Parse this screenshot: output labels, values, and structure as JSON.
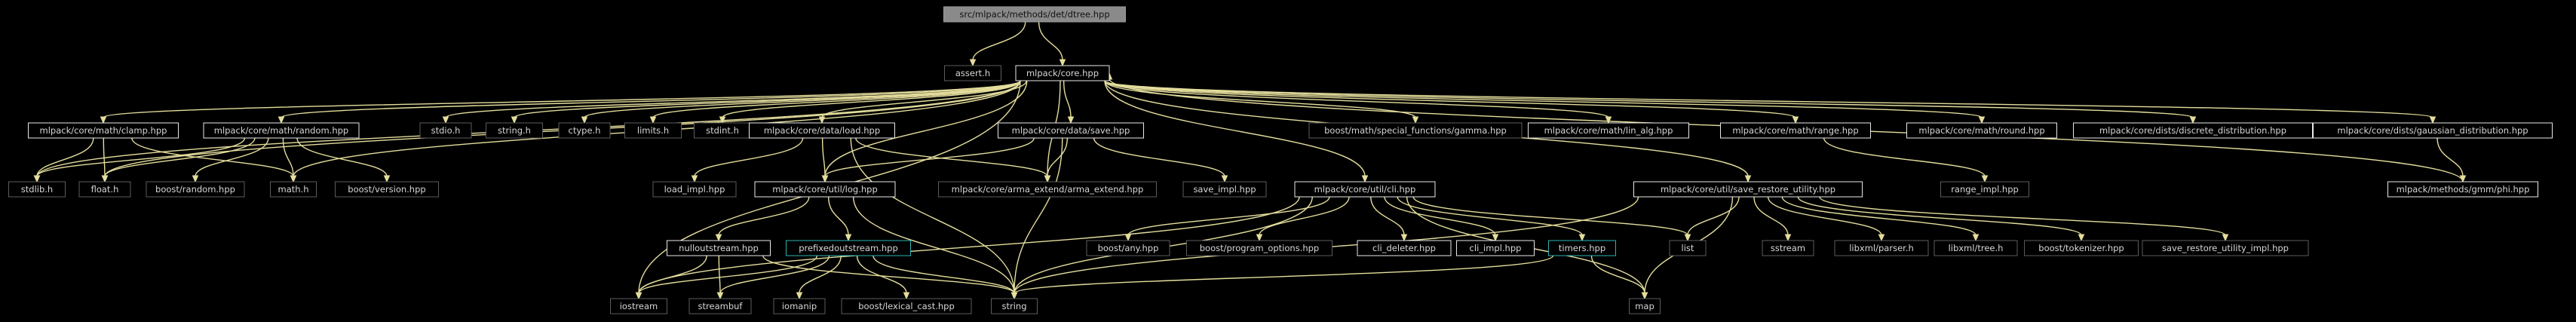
{
  "diagram": {
    "nodes": [
      {
        "id": "root",
        "label": "src/mlpack/methods/det/dtree.hpp",
        "border": "root"
      },
      {
        "id": "assert",
        "label": "assert.h",
        "border": "gray"
      },
      {
        "id": "core",
        "label": "mlpack/core.hpp",
        "border": "white"
      },
      {
        "id": "clamp",
        "label": "mlpack/core/math/clamp.hpp",
        "border": "white"
      },
      {
        "id": "random",
        "label": "mlpack/core/math/random.hpp",
        "border": "white"
      },
      {
        "id": "stdio",
        "label": "stdio.h",
        "border": "gray"
      },
      {
        "id": "string_h",
        "label": "string.h",
        "border": "gray"
      },
      {
        "id": "ctype",
        "label": "ctype.h",
        "border": "gray"
      },
      {
        "id": "limits",
        "label": "limits.h",
        "border": "gray"
      },
      {
        "id": "stdint",
        "label": "stdint.h",
        "border": "gray"
      },
      {
        "id": "load",
        "label": "mlpack/core/data/load.hpp",
        "border": "white"
      },
      {
        "id": "save",
        "label": "mlpack/core/data/save.hpp",
        "border": "white"
      },
      {
        "id": "gamma",
        "label": "boost/math/special_functions/gamma.hpp",
        "border": "gray"
      },
      {
        "id": "linalg",
        "label": "mlpack/core/math/lin_alg.hpp",
        "border": "white"
      },
      {
        "id": "range",
        "label": "mlpack/core/math/range.hpp",
        "border": "white"
      },
      {
        "id": "round",
        "label": "mlpack/core/math/round.hpp",
        "border": "white"
      },
      {
        "id": "discrete",
        "label": "mlpack/core/dists/discrete_distribution.hpp",
        "border": "white"
      },
      {
        "id": "gaussian",
        "label": "mlpack/core/dists/gaussian_distribution.hpp",
        "border": "white"
      },
      {
        "id": "stdlib",
        "label": "stdlib.h",
        "border": "gray"
      },
      {
        "id": "float",
        "label": "float.h",
        "border": "gray"
      },
      {
        "id": "boostrandom",
        "label": "boost/random.hpp",
        "border": "gray"
      },
      {
        "id": "math",
        "label": "math.h",
        "border": "gray"
      },
      {
        "id": "boostversion",
        "label": "boost/version.hpp",
        "border": "gray"
      },
      {
        "id": "loadimpl",
        "label": "load_impl.hpp",
        "border": "gray"
      },
      {
        "id": "log",
        "label": "mlpack/core/util/log.hpp",
        "border": "white"
      },
      {
        "id": "armaextend",
        "label": "mlpack/core/arma_extend/arma_extend.hpp",
        "border": "gray"
      },
      {
        "id": "saveimpl",
        "label": "save_impl.hpp",
        "border": "gray"
      },
      {
        "id": "cli",
        "label": "mlpack/core/util/cli.hpp",
        "border": "white"
      },
      {
        "id": "sru",
        "label": "mlpack/core/util/save_restore_utility.hpp",
        "border": "white"
      },
      {
        "id": "rangeimpl",
        "label": "range_impl.hpp",
        "border": "gray"
      },
      {
        "id": "phi",
        "label": "mlpack/methods/gmm/phi.hpp",
        "border": "white"
      },
      {
        "id": "nullout",
        "label": "nulloutstream.hpp",
        "border": "white"
      },
      {
        "id": "prefixed",
        "label": "prefixedoutstream.hpp",
        "border": "cyan"
      },
      {
        "id": "boostany",
        "label": "boost/any.hpp",
        "border": "gray"
      },
      {
        "id": "progopts",
        "label": "boost/program_options.hpp",
        "border": "gray"
      },
      {
        "id": "clideleter",
        "label": "cli_deleter.hpp",
        "border": "white"
      },
      {
        "id": "cliimpl",
        "label": "cli_impl.hpp",
        "border": "white"
      },
      {
        "id": "timers",
        "label": "timers.hpp",
        "border": "cyan"
      },
      {
        "id": "list",
        "label": "list",
        "border": "gray"
      },
      {
        "id": "sstream",
        "label": "sstream",
        "border": "gray"
      },
      {
        "id": "libxmlparser",
        "label": "libxml/parser.h",
        "border": "gray"
      },
      {
        "id": "libxmltree",
        "label": "libxml/tree.h",
        "border": "gray"
      },
      {
        "id": "tokenizer",
        "label": "boost/tokenizer.hpp",
        "border": "gray"
      },
      {
        "id": "sruimpl",
        "label": "save_restore_utility_impl.hpp",
        "border": "gray"
      },
      {
        "id": "iostream",
        "label": "iostream",
        "border": "gray"
      },
      {
        "id": "streambuf",
        "label": "streambuf",
        "border": "gray"
      },
      {
        "id": "iomanip",
        "label": "iomanip",
        "border": "gray"
      },
      {
        "id": "lexicalcast",
        "label": "boost/lexical_cast.hpp",
        "border": "gray"
      },
      {
        "id": "string",
        "label": "string",
        "border": "gray"
      },
      {
        "id": "map",
        "label": "map",
        "border": "gray"
      }
    ],
    "edges": [
      [
        "root",
        "assert"
      ],
      [
        "root",
        "core"
      ],
      [
        "core",
        "clamp"
      ],
      [
        "core",
        "random"
      ],
      [
        "core",
        "stdio"
      ],
      [
        "core",
        "string_h"
      ],
      [
        "core",
        "ctype"
      ],
      [
        "core",
        "limits"
      ],
      [
        "core",
        "stdint"
      ],
      [
        "core",
        "load"
      ],
      [
        "core",
        "save"
      ],
      [
        "core",
        "gamma"
      ],
      [
        "core",
        "linalg"
      ],
      [
        "core",
        "range"
      ],
      [
        "core",
        "round"
      ],
      [
        "core",
        "discrete"
      ],
      [
        "core",
        "gaussian"
      ],
      [
        "core",
        "stdlib"
      ],
      [
        "core",
        "float"
      ],
      [
        "core",
        "math"
      ],
      [
        "core",
        "log"
      ],
      [
        "core",
        "armaextend"
      ],
      [
        "core",
        "cli"
      ],
      [
        "core",
        "sru"
      ],
      [
        "core",
        "iostream"
      ],
      [
        "clamp",
        "stdlib"
      ],
      [
        "clamp",
        "float"
      ],
      [
        "clamp",
        "math"
      ],
      [
        "random",
        "stdlib"
      ],
      [
        "random",
        "float"
      ],
      [
        "random",
        "boostrandom"
      ],
      [
        "random",
        "math"
      ],
      [
        "random",
        "boostversion"
      ],
      [
        "load",
        "loadimpl"
      ],
      [
        "load",
        "log"
      ],
      [
        "load",
        "armaextend"
      ],
      [
        "load",
        "string"
      ],
      [
        "save",
        "log"
      ],
      [
        "save",
        "armaextend"
      ],
      [
        "save",
        "saveimpl"
      ],
      [
        "save",
        "string"
      ],
      [
        "range",
        "rangeimpl"
      ],
      [
        "gaussian",
        "phi"
      ],
      [
        "phi",
        "core"
      ],
      [
        "log",
        "nullout"
      ],
      [
        "log",
        "prefixed"
      ],
      [
        "log",
        "string"
      ],
      [
        "nullout",
        "iostream"
      ],
      [
        "nullout",
        "streambuf"
      ],
      [
        "nullout",
        "string"
      ],
      [
        "prefixed",
        "iostream"
      ],
      [
        "prefixed",
        "streambuf"
      ],
      [
        "prefixed",
        "iomanip"
      ],
      [
        "prefixed",
        "lexicalcast"
      ],
      [
        "prefixed",
        "string"
      ],
      [
        "cli",
        "boostany"
      ],
      [
        "cli",
        "progopts"
      ],
      [
        "cli",
        "clideleter"
      ],
      [
        "cli",
        "cliimpl"
      ],
      [
        "cli",
        "timers"
      ],
      [
        "cli",
        "list"
      ],
      [
        "cli",
        "iostream"
      ],
      [
        "cli",
        "map"
      ],
      [
        "cli",
        "string"
      ],
      [
        "timers",
        "string"
      ],
      [
        "timers",
        "map"
      ],
      [
        "sru",
        "list"
      ],
      [
        "sru",
        "sstream"
      ],
      [
        "sru",
        "libxmlparser"
      ],
      [
        "sru",
        "libxmltree"
      ],
      [
        "sru",
        "tokenizer"
      ],
      [
        "sru",
        "sruimpl"
      ],
      [
        "sru",
        "map"
      ],
      [
        "sru",
        "string"
      ]
    ]
  }
}
